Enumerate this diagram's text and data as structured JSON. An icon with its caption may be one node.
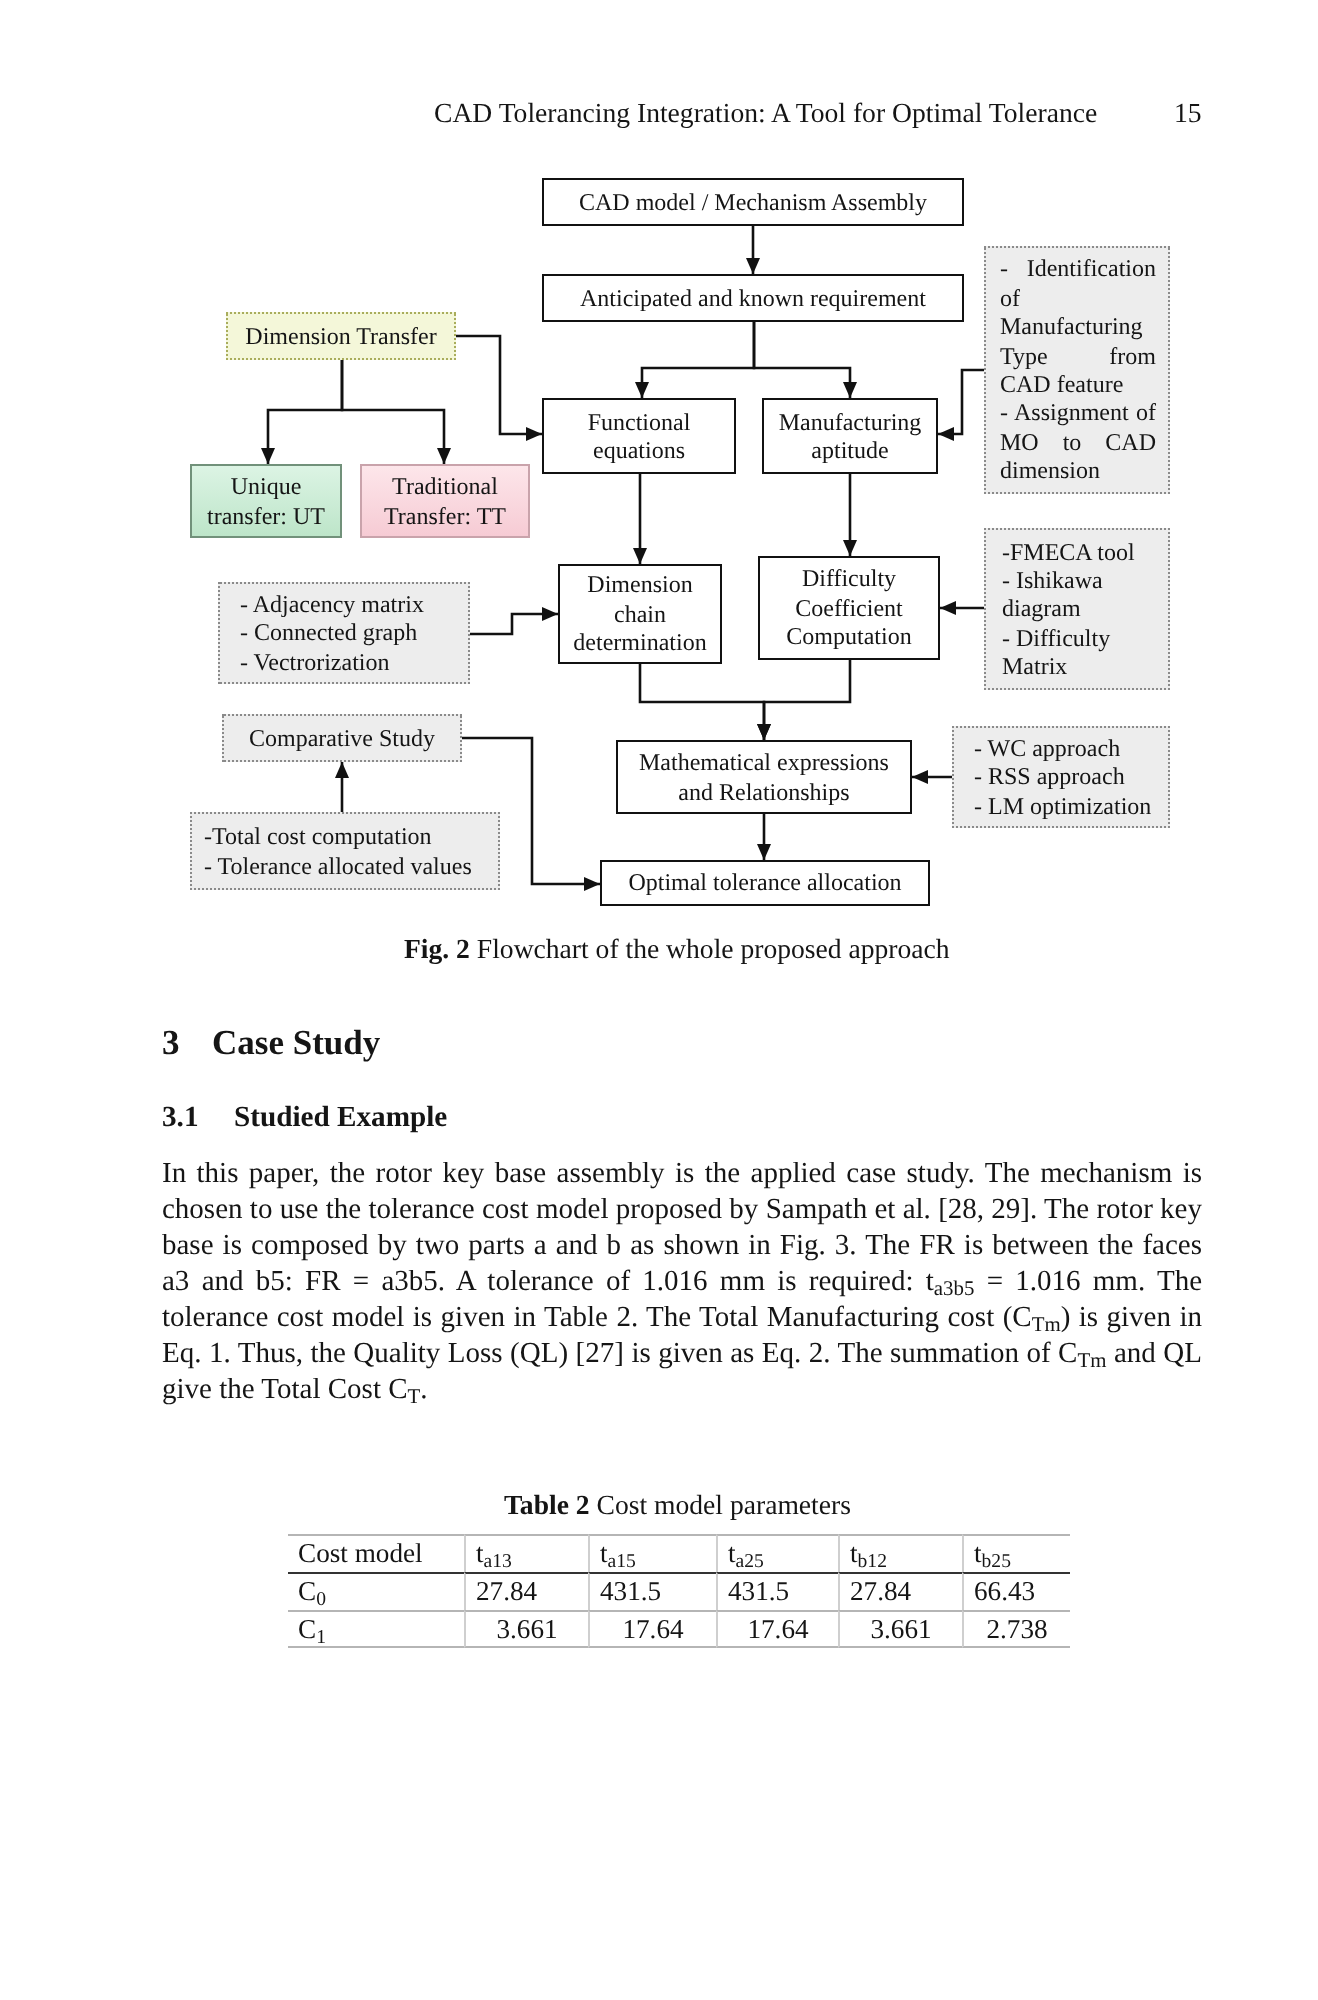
{
  "diagram": {
    "caption": "**Fig. 2** Flowchart of the whole proposed approach",
    "nodes": [
      {
        "text": [
          "CAD model / Mechanism Assembly"
        ]
      },
      {
        "text": [
          "Anticipated and known requirement"
        ]
      },
      {
        "text": [
          "- Identification of Manufacturing Type from CAD feature",
          "- Assignment of MO to CAD dimension"
        ]
      },
      {
        "text": [
          "Dimension Transfer"
        ]
      },
      {
        "text": [
          "Functional equations"
        ]
      },
      {
        "text": [
          "Manufacturing aptitude"
        ]
      },
      {
        "text": [
          "Unique transfer: UT"
        ]
      },
      {
        "text": [
          "Traditional Transfer: TT"
        ]
      },
      {
        "text": [
          "- Adjacency matrix",
          "- Connected graph",
          "- Vectrorization"
        ]
      },
      {
        "text": [
          "Dimension chain determination"
        ]
      },
      {
        "text": [
          "Difficulty Coefficient Computation"
        ]
      },
      {
        "text": [
          "-FMECA tool",
          "- Ishikawa diagram",
          "- Difficulty Matrix"
        ]
      },
      {
        "text": [
          "Comparative Study"
        ]
      },
      {
        "text": [
          "Mathematical expressions and Relationships"
        ]
      },
      {
        "text": [
          "- WC approach",
          "- RSS approach",
          "- LM optimization"
        ]
      },
      {
        "text": [
          "-Total cost computation",
          "- Tolerance allocated values"
        ]
      },
      {
        "text": [
          "Optimal tolerance allocation"
        ]
      }
    ],
    "edges": [
      {
        "from": 0,
        "to": 1,
        "arrow": "to"
      },
      {
        "from": 1,
        "to": 4,
        "arrow": "to"
      },
      {
        "from": 1,
        "to": 5,
        "arrow": "to"
      },
      {
        "from": 3,
        "to": 4,
        "arrow": "to"
      },
      {
        "from": 3,
        "to": 6,
        "arrow": "to"
      },
      {
        "from": 3,
        "to": 7,
        "arrow": "to"
      },
      {
        "from": 2,
        "to": 5,
        "arrow": "to"
      },
      {
        "from": 4,
        "to": 9,
        "arrow": "to"
      },
      {
        "from": 5,
        "to": 10,
        "arrow": "to"
      },
      {
        "from": 8,
        "to": 9,
        "arrow": "to"
      },
      {
        "from": 11,
        "to": 10,
        "arrow": "to"
      },
      {
        "from": 9,
        "to": 13,
        "arrow": "to"
      },
      {
        "from": 10,
        "to": 13,
        "arrow": "to"
      },
      {
        "from": 14,
        "to": 13,
        "arrow": "to"
      },
      {
        "from": 13,
        "to": 16,
        "arrow": "to"
      },
      {
        "from": 12,
        "to": 16,
        "arrow": "to"
      },
      {
        "from": 15,
        "to": 12,
        "arrow": "to"
      }
    ],
    "labels": [
      "CAD Tolerancing Integration: A Tool for Optimal Tolerance",
      "15",
      "3",
      "Case Study",
      "3.1",
      "Studied Example",
      "In this paper, the rotor key base assembly is the applied case study. The mechanism is chosen to use the tolerance cost model proposed by Sampath et al. [28, 29]. The rotor key base is composed by two parts a and b as shown in Fig. 3. The FR is between the faces a3 and b5: FR = a3b5. A tolerance of 1.016 mm is required: t$_{a3b5}$ = 1.016 mm. The tolerance cost model is given in Table 2. The Total Manufacturing cost (C$_{Tm}$) is given in Eq. 1. Thus, the Quality Loss (QL) [27] is given as Eq. 2. The summation of C$_{Tm}$ and QL give the Total Cost C$_{T}$.",
      "**Table 2** Cost model parameters",
      "Cost model",
      "t$_{a13}$",
      "t$_{a15}$",
      "t$_{a25}$",
      "t$_{b12}$",
      "t$_{b25}$",
      "C$_{0}$",
      "27.84",
      "431.5",
      "431.5",
      "27.84",
      "66.43",
      "C$_{1}$",
      "3.661",
      "17.64",
      "17.64",
      "3.661",
      "2.738"
    ]
  }
}
